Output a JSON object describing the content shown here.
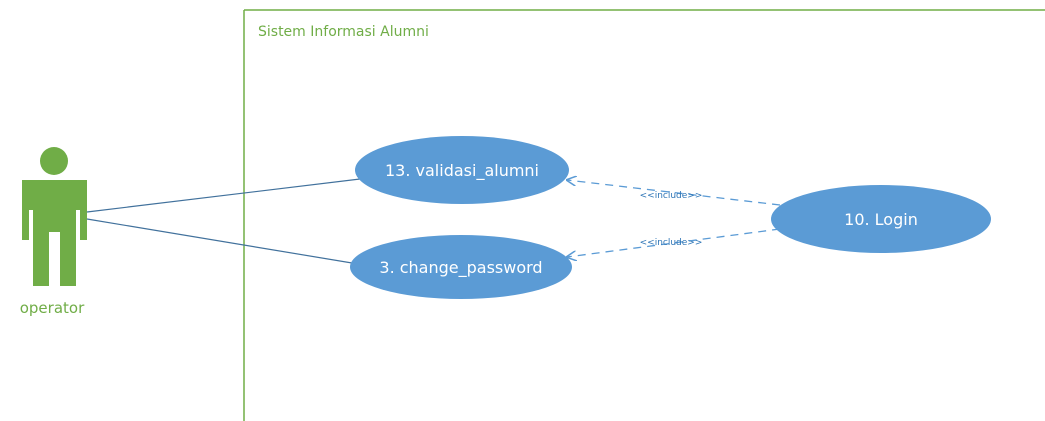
{
  "colors": {
    "boundary": "#70ad47",
    "actor": "#70ad47",
    "usecase_fill": "#5b9bd5",
    "usecase_text": "#ffffff",
    "association": "#41719c",
    "include_line": "#5b9bd5",
    "include_text": "#2e75b6"
  },
  "system": {
    "title": "Sistem Informasi Alumni"
  },
  "actor": {
    "label": "operator",
    "icon": "actor-person-icon"
  },
  "usecases": {
    "validasi": {
      "label": "13. validasi_alumni"
    },
    "change_password": {
      "label": "3. change_password"
    },
    "login": {
      "label": "10. Login"
    }
  },
  "relations": {
    "include_1": {
      "label": "<<include>>"
    },
    "include_2": {
      "label": "<<include>>"
    }
  }
}
